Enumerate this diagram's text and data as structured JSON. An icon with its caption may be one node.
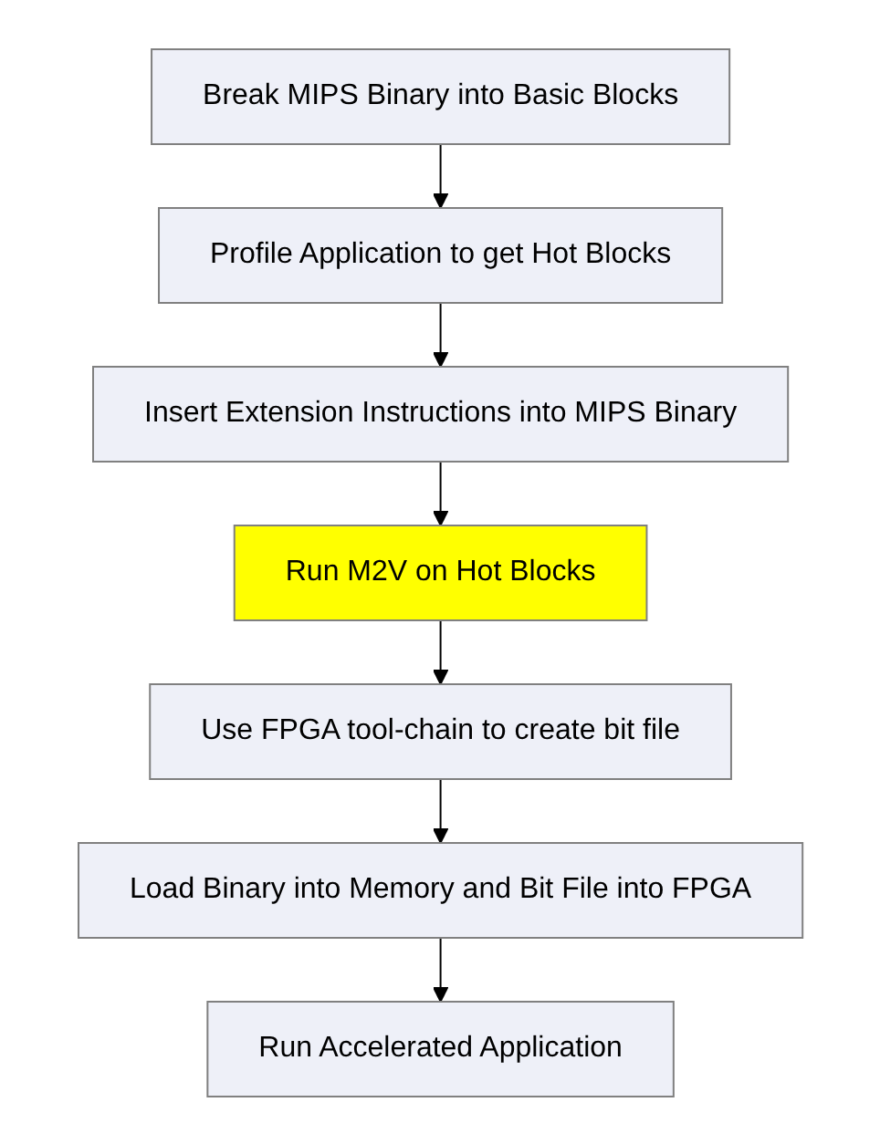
{
  "diagram": {
    "nodes": [
      {
        "text": [
          "Break MIPS Binary into Basic Blocks"
        ]
      },
      {
        "text": [
          "Profile Application to get Hot Blocks"
        ]
      },
      {
        "text": [
          "Insert Extension Instructions into MIPS Binary"
        ]
      },
      {
        "text": [
          "Run M2V on Hot Blocks"
        ]
      },
      {
        "text": [
          "Use FPGA tool-chain to create bit file"
        ]
      },
      {
        "text": [
          "Load Binary into Memory and Bit File into FPGA"
        ]
      },
      {
        "text": [
          "Run Accelerated Application"
        ]
      }
    ],
    "edges": [
      {
        "from": 0,
        "to": 1,
        "arrow": "to"
      },
      {
        "from": 1,
        "to": 2,
        "arrow": "to"
      },
      {
        "from": 2,
        "to": 3,
        "arrow": "to"
      },
      {
        "from": 3,
        "to": 4,
        "arrow": "to"
      },
      {
        "from": 4,
        "to": 5,
        "arrow": "to"
      },
      {
        "from": 5,
        "to": 6,
        "arrow": "to"
      }
    ]
  }
}
